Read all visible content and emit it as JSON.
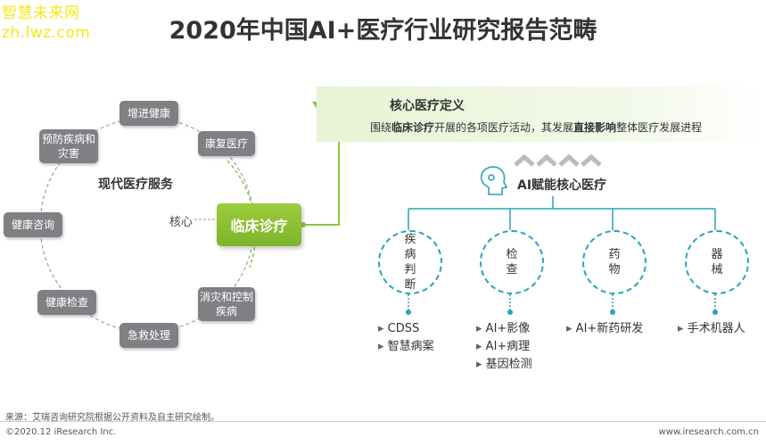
{
  "watermark": {
    "line1": "智慧未来网",
    "line2": "zh.lwz.com"
  },
  "title": "2020年中国AI+医疗行业研究报告范畴",
  "left": {
    "center_label": "现代医疗服务",
    "core_hint": "核心",
    "core": "临床诊疗",
    "nodes": [
      "增进健康",
      "康复医疗",
      "消灾和控制疾病",
      "急救处理",
      "健康检查",
      "健康咨询",
      "预防疾病和灾害"
    ]
  },
  "definition": {
    "title": "核心医疗定义",
    "text_prefix": "围绕",
    "text_bold1": "临床诊疗",
    "text_mid": "开展的各项医疗活动，其发展",
    "text_bold2": "直接影响",
    "text_suffix": "整体医疗发展进程"
  },
  "ai": {
    "label": "AI赋能核心医疗",
    "categories": [
      {
        "name": "疾病判断",
        "items": [
          "CDSS",
          "智慧病案"
        ]
      },
      {
        "name": "检查",
        "items": [
          "AI+影像",
          "AI+病理",
          "基因检测"
        ]
      },
      {
        "name": "药物",
        "items": [
          "AI+新药研发"
        ]
      },
      {
        "name": "器械",
        "items": [
          "手术机器人"
        ]
      }
    ]
  },
  "footer": {
    "source": "来源：艾瑞咨询研究院根据公开资料及自主研究绘制。",
    "copyright": "©2020.12 iResearch Inc.",
    "site": "www.iresearch.com.cn"
  },
  "colors": {
    "accent_green": "#8cc63f",
    "accent_teal": "#2aa3b6",
    "node_gray": "#7f8084"
  }
}
